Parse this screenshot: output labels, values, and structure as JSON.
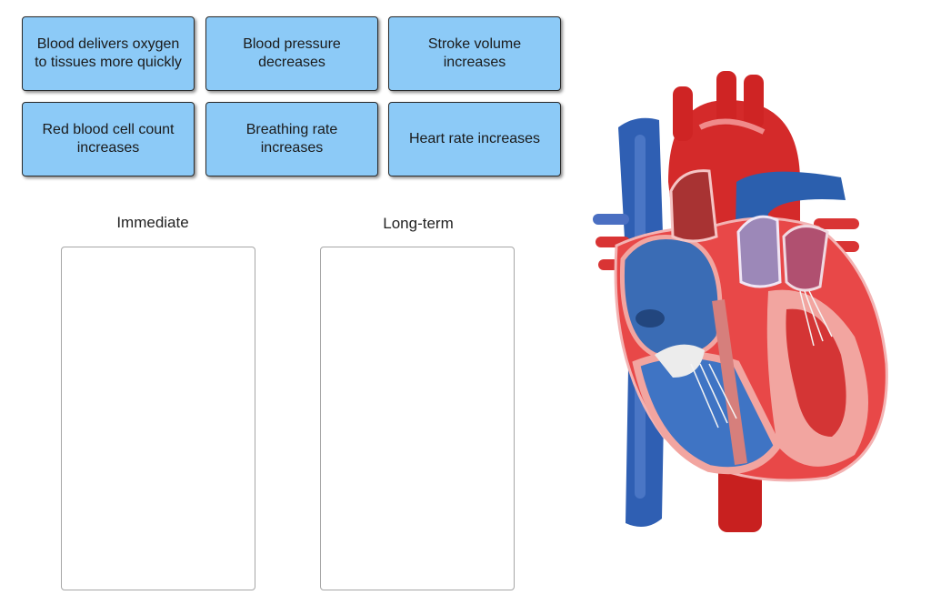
{
  "cards": [
    {
      "label": "Blood delivers oxygen to tissues more quickly"
    },
    {
      "label": "Blood pressure decreases"
    },
    {
      "label": "Stroke volume increases"
    },
    {
      "label": "Red blood cell count increases"
    },
    {
      "label": "Breathing rate increases"
    },
    {
      "label": "Heart rate increases"
    }
  ],
  "targets": {
    "immediate": "Immediate",
    "long_term": "Long-term"
  },
  "colors": {
    "card_bg": "#8ccaf7",
    "artery_red": "#d42a2a",
    "vein_blue": "#2f5fb3",
    "muscle_pink": "#f2a5a0"
  },
  "image": {
    "subject": "heart-cross-section-illustration"
  }
}
